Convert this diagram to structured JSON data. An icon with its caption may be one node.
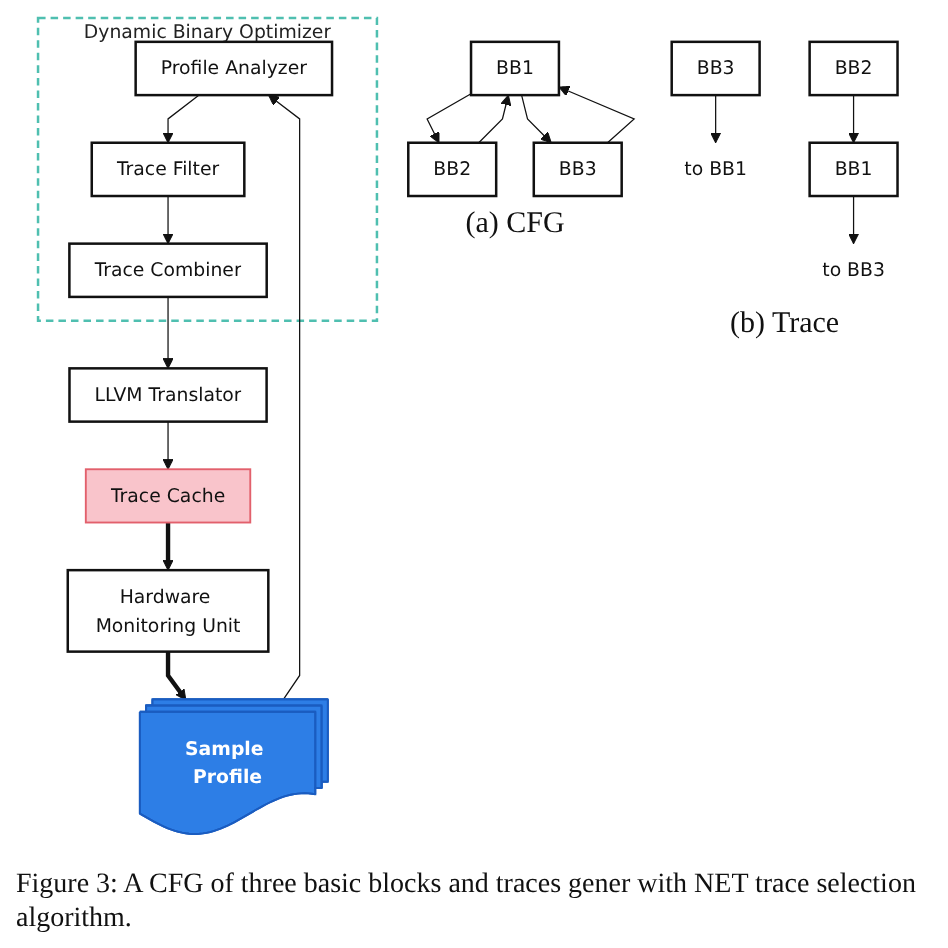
{
  "diagram": {
    "caption": "Figure 3: A CFG of three basic blocks and traces gener with NET trace selection algorithm.",
    "nodes": [
      {
        "text": [
          "BB1"
        ]
      },
      {
        "text": [
          "BB2"
        ]
      },
      {
        "text": [
          "BB3"
        ]
      },
      {
        "text": [
          "BB1"
        ]
      },
      {
        "text": [
          "BB2"
        ]
      },
      {
        "text": [
          "to BB3"
        ]
      },
      {
        "text": [
          "BB3"
        ]
      },
      {
        "text": [
          "to BB1"
        ]
      },
      {
        "text": [
          "LLVM Translator"
        ]
      },
      {
        "text": [
          "Dynamic Binary Optimizer"
        ]
      },
      {
        "text": [
          "Trace Combiner"
        ],
        "in": 9
      },
      {
        "text": [
          "Trace Filter"
        ],
        "in": 9
      },
      {
        "text": [
          "Profile Analyzer"
        ],
        "in": 9
      },
      {
        "text": [
          "Trace Cache"
        ]
      },
      {
        "text": [
          "Hardware Monitoring Unit"
        ]
      },
      {
        "text": [
          "Sample Profile"
        ]
      }
    ],
    "edges": [
      {
        "from": 0,
        "to": 1,
        "arrow": "to"
      },
      {
        "from": 0,
        "to": 2,
        "arrow": "to"
      },
      {
        "from": 1,
        "to": 0,
        "arrow": "to"
      },
      {
        "from": 2,
        "to": 0,
        "arrow": "to"
      },
      {
        "from": 4,
        "to": 3,
        "arrow": "to"
      },
      {
        "from": 3,
        "to": 5,
        "arrow": "to"
      },
      {
        "from": 6,
        "to": 7,
        "arrow": "to"
      },
      {
        "from": 10,
        "to": 8,
        "arrow": "to"
      },
      {
        "from": 11,
        "to": 10,
        "arrow": "to"
      },
      {
        "from": 12,
        "to": 11,
        "arrow": "to"
      },
      {
        "from": 8,
        "to": 13,
        "arrow": "to"
      },
      {
        "from": 13,
        "to": 14,
        "arrow": "to",
        "style": "thick"
      },
      {
        "from": 14,
        "to": 15,
        "arrow": "to",
        "style": "thick"
      },
      {
        "from": 15,
        "to": 12,
        "arrow": "to"
      }
    ],
    "labels": [
      "(a) CFG",
      "(b) Trace"
    ]
  }
}
